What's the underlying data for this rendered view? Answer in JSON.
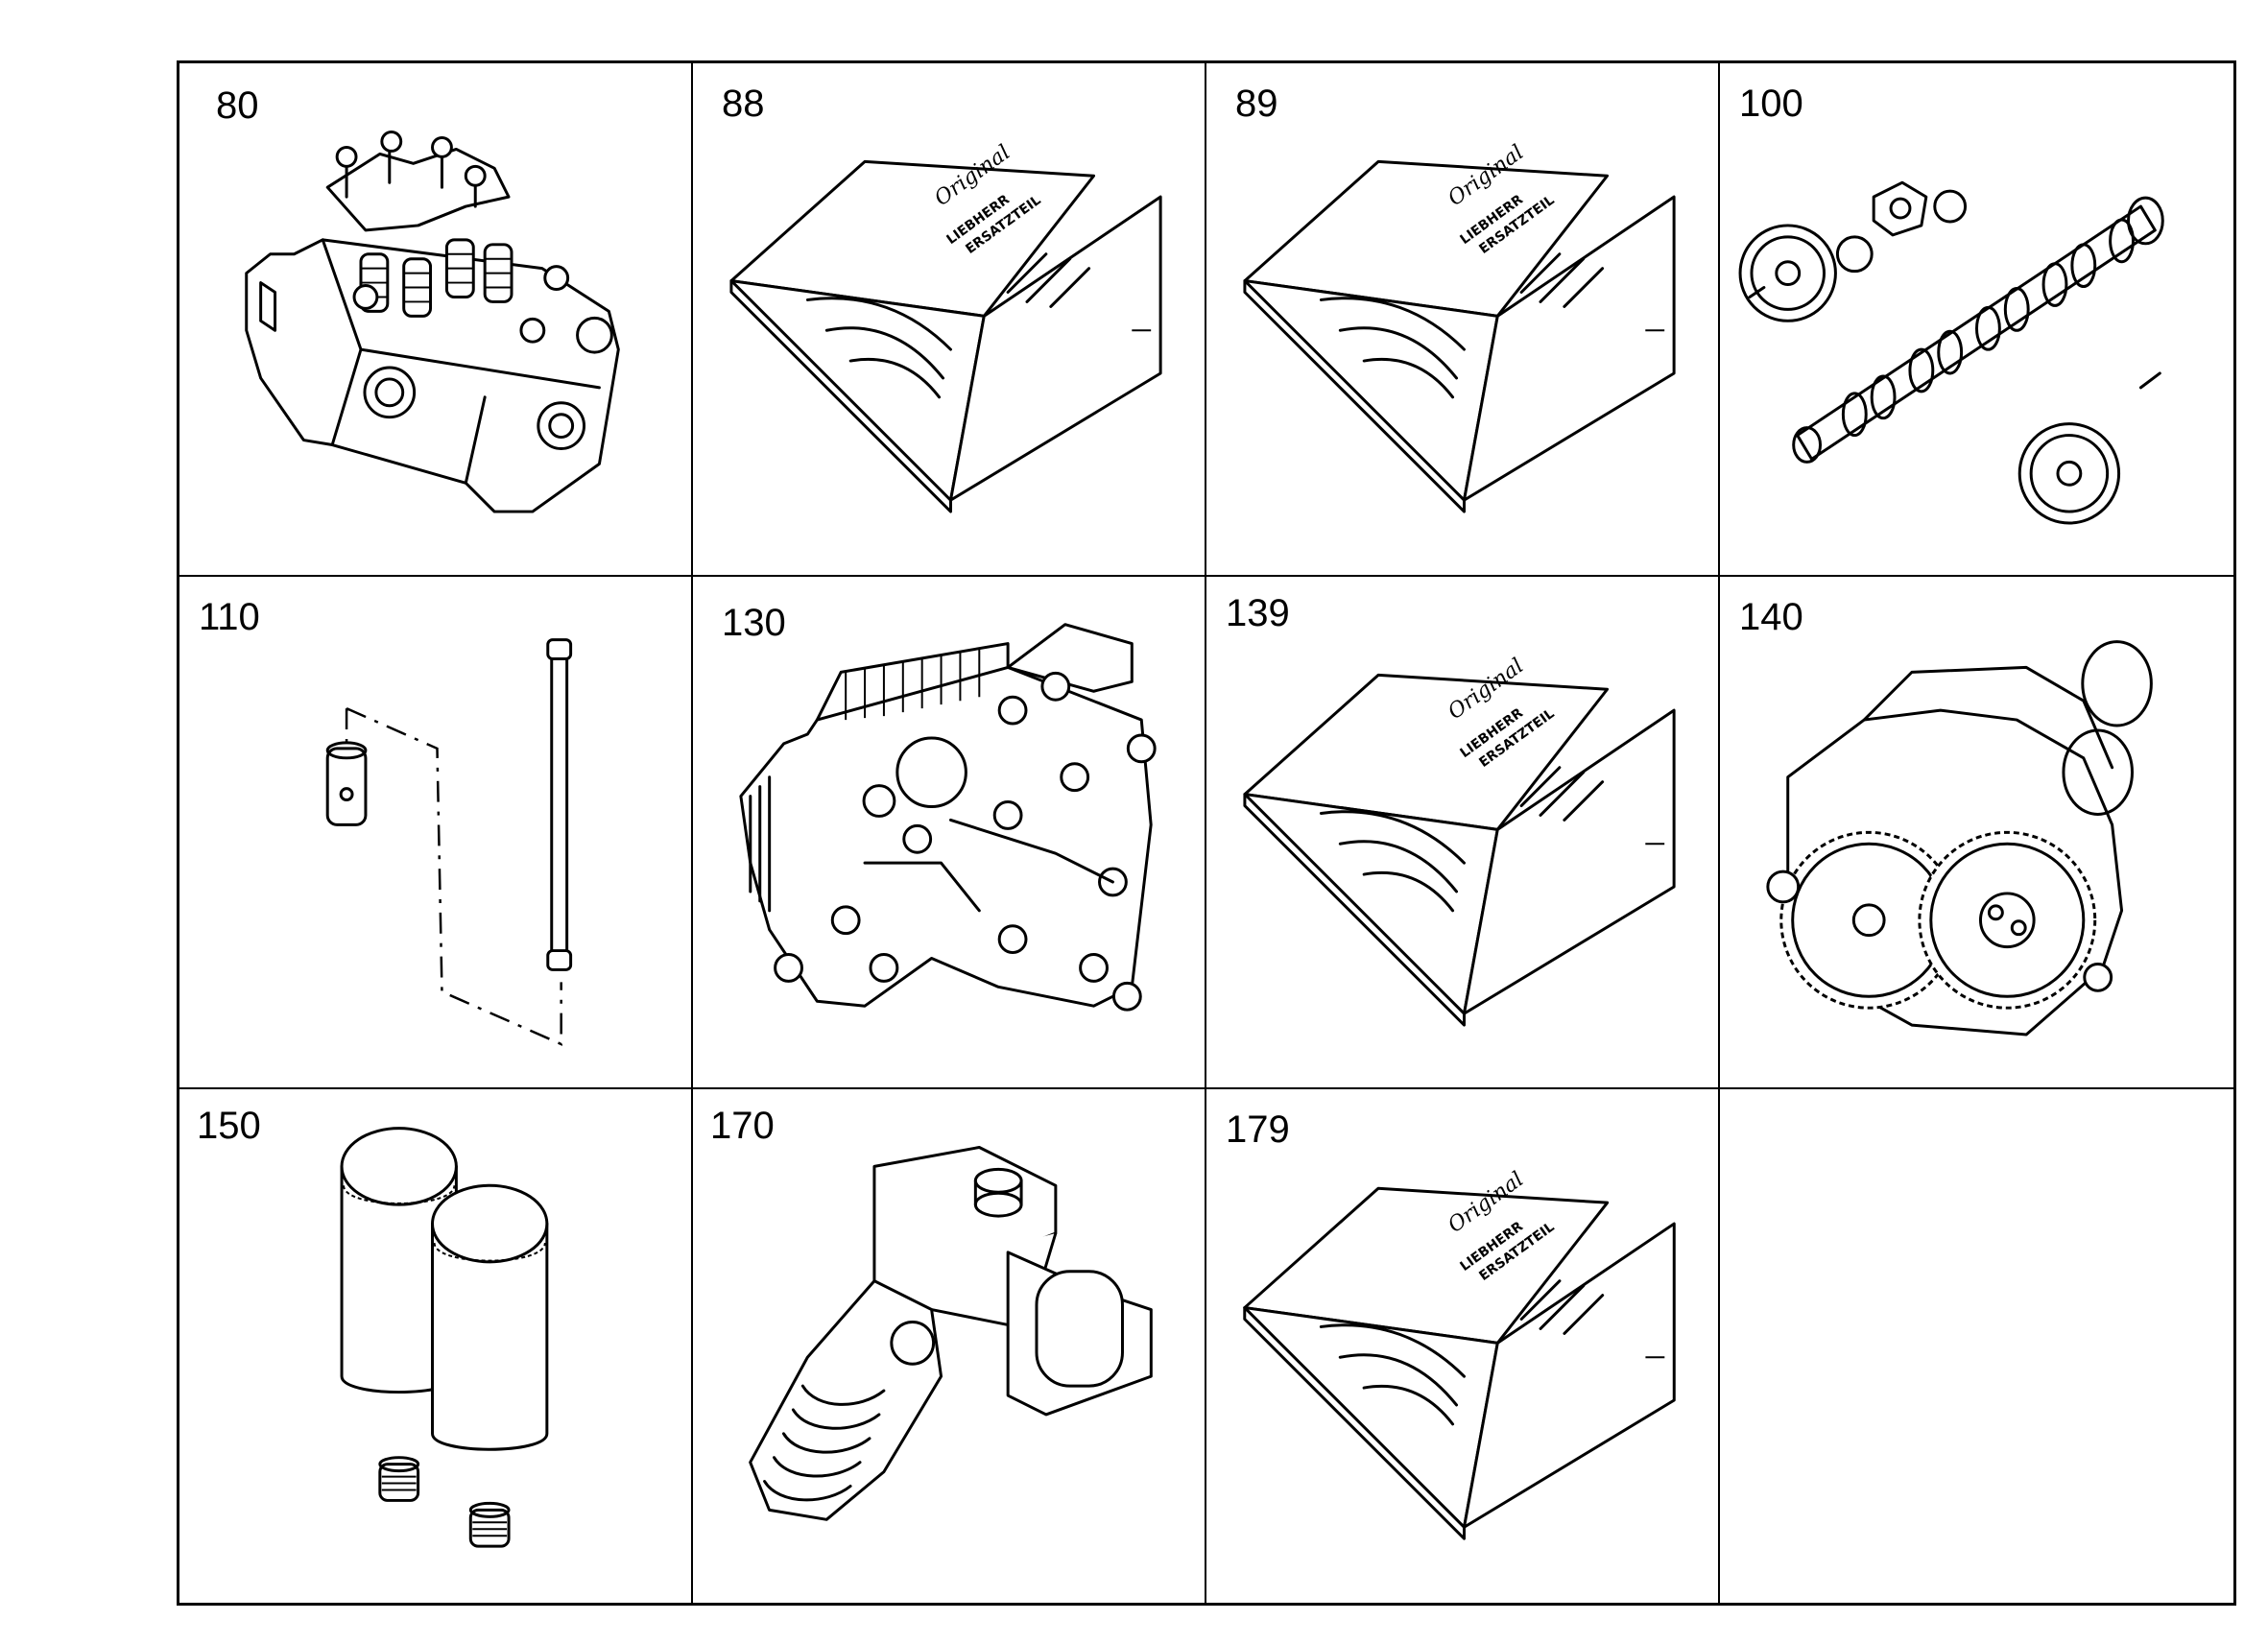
{
  "parts": [
    {
      "number": "80",
      "icon": "cylinder-head-icon"
    },
    {
      "number": "88",
      "icon": "gasket-kit-icon"
    },
    {
      "number": "89",
      "icon": "gasket-kit-icon"
    },
    {
      "number": "100",
      "icon": "camshaft-icon"
    },
    {
      "number": "110",
      "icon": "pushrod-tappet-icon"
    },
    {
      "number": "130",
      "icon": "oil-cooler-housing-icon"
    },
    {
      "number": "139",
      "icon": "gasket-kit-icon"
    },
    {
      "number": "140",
      "icon": "oil-pump-icon"
    },
    {
      "number": "150",
      "icon": "oil-filter-icon"
    },
    {
      "number": "170",
      "icon": "injection-pump-icon"
    },
    {
      "number": "179",
      "icon": "gasket-kit-icon"
    },
    {
      "number": "",
      "icon": ""
    }
  ],
  "kit_label": {
    "script": "Original",
    "brand": "LIEBHERR",
    "sub": "ERSATZTEIL"
  }
}
